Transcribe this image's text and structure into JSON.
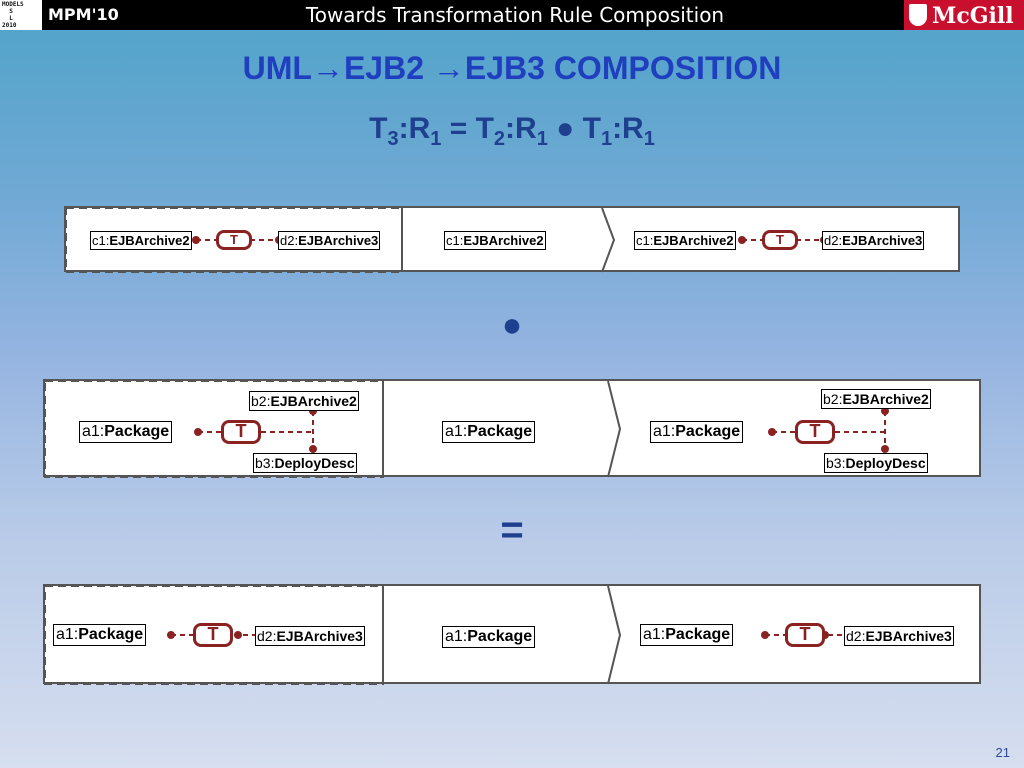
{
  "header": {
    "logo_text": "MODELS\n  S\n  L\n2010",
    "conference": "MPM'10",
    "topic": "Towards Transformation Rule Composition",
    "university": "McGill"
  },
  "slide": {
    "title_part1": "UML",
    "title_arrow1": "→",
    "title_part2": "EJB2 ",
    "title_arrow2": "→",
    "title_part3": "EJB3 COMPOSITION",
    "formula": {
      "t3": "T",
      "t3sub": "3",
      "r_a": ":R",
      "r_a_sub": "1",
      "eq": " = ",
      "t2": "T",
      "t2sub": "2",
      "r_b": ":R",
      "r_b_sub": "1",
      "dot": " ● ",
      "t1": "T",
      "t1sub": "1",
      "r_c": ":R",
      "r_c_sub": "1"
    },
    "compose_op": "●",
    "equals_op": "=",
    "page_number": "21"
  },
  "rule_t2": {
    "nac_left": "c1:",
    "nac_left_type": "EJBArchive2",
    "nac_trace": "T",
    "nac_right": "d2:",
    "nac_right_type": "EJBArchive3",
    "lhs": "c1:",
    "lhs_type": "EJBArchive2",
    "rhs_left": "c1:",
    "rhs_left_type": "EJBArchive2",
    "rhs_trace": "T",
    "rhs_right": "d2:",
    "rhs_right_type": "EJBArchive3"
  },
  "rule_t1": {
    "nac_top": "b2:",
    "nac_top_type": "EJBArchive2",
    "nac_left": "a1:",
    "nac_left_type": "Package",
    "nac_trace": "T",
    "nac_bottom": "b3:",
    "nac_bottom_type": "DeployDesc",
    "lhs": "a1:",
    "lhs_type": "Package",
    "rhs_top": "b2:",
    "rhs_top_type": "EJBArchive2",
    "rhs_left": "a1:",
    "rhs_left_type": "Package",
    "rhs_trace": "T",
    "rhs_bottom": "b3:",
    "rhs_bottom_type": "DeployDesc"
  },
  "rule_t3": {
    "nac_left": "a1:",
    "nac_left_type": "Package",
    "nac_trace": "T",
    "nac_right": "d2:",
    "nac_right_type": "EJBArchive3",
    "lhs": "a1:",
    "lhs_type": "Package",
    "rhs_left": "a1:",
    "rhs_left_type": "Package",
    "rhs_trace": "T",
    "rhs_right": "d2:",
    "rhs_right_type": "EJBArchive3"
  },
  "colors": {
    "trace": "#8b2222",
    "title": "#1f3fbf",
    "formula": "#1f3f8f"
  }
}
